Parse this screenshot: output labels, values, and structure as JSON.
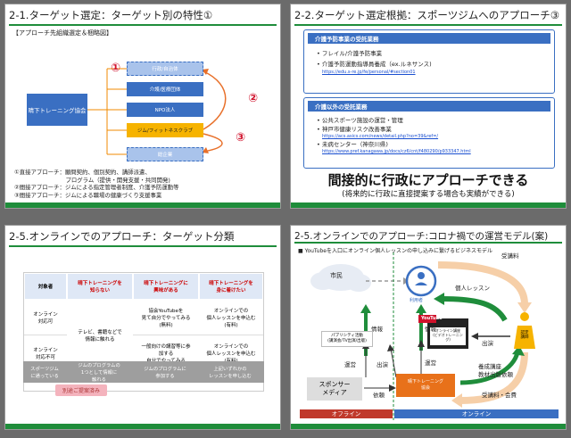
{
  "s1": {
    "title": "2-1.ターゲット選定：ターゲット別の特性①",
    "subtitle": "【アプローチ先組織選定＆梱略図】",
    "center": "晴下トレーニング協会",
    "orgs": [
      "行政/自治体",
      "介護/医療団体",
      "NPO法人",
      "ジム/フィットネスクラブ",
      "総企業"
    ],
    "markers": [
      "①",
      "②",
      "③"
    ],
    "notes": [
      "①直接アプローチ：願問契約、個別契約、講師派遣、",
      "　　　　　　　　　プログラム（提供・開発支援・共同開発)",
      "②間接アプローチ：ジムによる指定管理者制度、介護予防運動等",
      "③間接アプローチ：ジムによる職場の健康づくり支援事業"
    ]
  },
  "s2": {
    "title": "2-2.ターゲット選定根拠：スポーツジムへのアプローチ③",
    "box1_header": "介護予防事業の受託業務",
    "box1_items": [
      "• フレイル/介護予防事業",
      "• 介護予防運動指導員養成（ex.ルネサンス)"
    ],
    "box1_link": "https://edu.s-re.jp/fe/personal/#section01",
    "box2_header": "介護以外の受託業務",
    "box2_items": [
      "• 公共スポーツ施設の運営・管理",
      "• 神戸市健康リスク改善事業",
      "• 未病センター（神奈川県)"
    ],
    "box2_links": [
      "https://acs.asics.com/news/detail.php?no=39&ref=/",
      "https://www.pref.kanagawa.jp/docs/cz6/cnt/f480290/p933347.html"
    ],
    "headline": "間接的に行政にアプローチできる",
    "subline": "(将来的に行政に直接提案する場合も実績ができる)"
  },
  "s3": {
    "title": "2-5.オンラインでのアプローチ：ターゲット分類",
    "headers": [
      "対象者",
      "晴下トレーニングを\n知らない",
      "晴下トレーニングに\n興味がある",
      "晴下トレーニングを\n身に着けたい"
    ],
    "rows": [
      [
        "オンライン\n対応可",
        "テレビ、書籍などで\n情報に触れる",
        "協会YouTubeを\n見て自分でやってみる\n(無料)",
        "オンラインでの\n個人レッスンを申込む\n(有料)"
      ],
      [
        "オンライン\n対応不可",
        "",
        "一般向けの講習等に参\n加する\n自分でやってみる",
        "オンラインでの\n個人レッスンを申込む\n(有料)"
      ]
    ],
    "footer": [
      "スポーツジム\nに通っている",
      "ジムのプログラムの\n1つとして情報に\n触れる",
      "ジムのプログラムに\n参加する",
      "上記いずれかの\nレッスンを申し込む"
    ],
    "callout": "別途ご提案済み"
  },
  "s4": {
    "title": "2-5.オンラインでのアプローチ:コロナ禍での運営モデル(案)",
    "subtitle": "■ YouTubeを入口にオンライン個人レッスンの申し込みに繋げるビジネスモデル",
    "shimin": "市民",
    "riyousha": "利用者",
    "jukouryou": "受講料",
    "kojin": "個人レッスン",
    "joho1": "情報",
    "joho2": "情報",
    "shutsuen": "出演",
    "shutsuen2": "出演",
    "unei": "運営",
    "unei2": "運営",
    "publicity": "パブリシティ活動\n(講演会/TV出演/出版)",
    "youtube": "YouTube",
    "youtube_sub": "オンライン講座\n(ビデオトレーニング)",
    "kyokai": "晴下トレーニング\n協会",
    "sponsor": "スポンサー\nメディア",
    "irai": "依頼",
    "nintei": "認定\n講師",
    "yosei": "養成講座\n教材出版依頼",
    "jukouryou2": "受講料・会費",
    "offline": "オフライン",
    "online": "オンライン",
    "colors": {
      "green": "#1f8d3b",
      "blue": "#3a6fc2",
      "orange": "#e8711a",
      "peach": "#f6cfa8",
      "red": "#c0392b"
    }
  }
}
